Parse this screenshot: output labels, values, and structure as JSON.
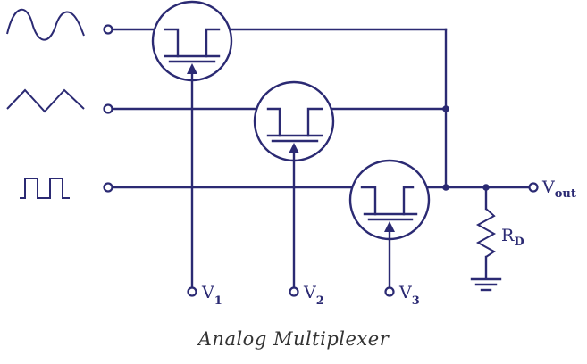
{
  "caption": "Analog Multiplexer",
  "colors": {
    "ink": "#2b2a73",
    "caption": "#333333",
    "background": "#ffffff"
  },
  "signals": [
    {
      "name": "sine-wave",
      "icon": "sine-wave-icon"
    },
    {
      "name": "triangle-wave",
      "icon": "triangle-wave-icon"
    },
    {
      "name": "square-wave",
      "icon": "square-wave-icon"
    }
  ],
  "gates": [
    {
      "label": "V",
      "sub": "1"
    },
    {
      "label": "V",
      "sub": "2"
    },
    {
      "label": "V",
      "sub": "3"
    }
  ],
  "resistor": {
    "label": "R",
    "sub": "D"
  },
  "output": {
    "label": "V",
    "sub": "out"
  }
}
